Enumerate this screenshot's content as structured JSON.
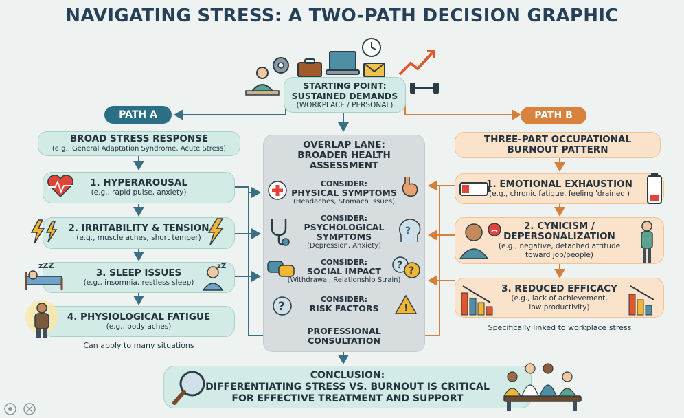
{
  "title": "NAVIGATING STRESS: A TWO-PATH DECISION GRAPHIC",
  "start": {
    "line1": "STARTING POINT:",
    "line2": "SUSTAINED DEMANDS",
    "line3": "(WORKPLACE / PERSONAL)"
  },
  "path_a": {
    "label": "PATH A",
    "color": "#2a6f86",
    "header": {
      "title": "BROAD STRESS RESPONSE",
      "subtitle": "(e.g., General Adaptation Syndrome, Acute Stress)"
    },
    "items": [
      {
        "title": "1. HYPERAROUSAL",
        "detail": "(e.g., rapid pulse, anxiety)"
      },
      {
        "title": "2. IRRITABILITY & TENSION",
        "detail": "(e.g., muscle aches, short temper)"
      },
      {
        "title": "3. SLEEP ISSUES",
        "detail": "(e.g., insomnia, restless sleep)"
      },
      {
        "title": "4. PHYSIOLOGICAL FATIGUE",
        "detail": "(e.g., body aches)"
      }
    ],
    "note": "Can apply to many situations"
  },
  "path_b": {
    "label": "PATH B",
    "color": "#d9823e",
    "header": {
      "line1": "THREE-PART OCCUPATIONAL",
      "line2": "BURNOUT PATTERN"
    },
    "items": [
      {
        "title": "1. EMOTIONAL EXHAUSTION",
        "detail": "(e.g., chronic fatigue, feeling 'drained')"
      },
      {
        "title": "2. CYNICISM /",
        "title2": "DEPERSONALIZATION",
        "detail": "(e.g., negative, detached attitude",
        "detail2": "toward job/people)"
      },
      {
        "title": "3. REDUCED EFFICACY",
        "detail": "(e.g., lack of achievement,",
        "detail2": "low productivity)"
      }
    ],
    "note": "Specifically linked to workplace stress"
  },
  "overlap": {
    "title1": "OVERLAP LANE:",
    "title2": "BROADER HEALTH",
    "title3": "ASSESSMENT",
    "items": [
      {
        "consider": "CONSIDER:",
        "label": "PHYSICAL SYMPTOMS",
        "detail": "(Headaches, Stomach Issues)"
      },
      {
        "consider": "CONSIDER:",
        "label": "PSYCHOLOGICAL",
        "label2": "SYMPTOMS",
        "detail": "(Depression, Anxiety)"
      },
      {
        "consider": "CONSIDER:",
        "label": "SOCIAL IMPACT",
        "detail": "(Withdrawal, Relationship Strain)"
      },
      {
        "consider": "CONSIDER:",
        "label": "RISK FACTORS"
      }
    ],
    "consult1": "PROFESSIONAL",
    "consult2": "CONSULTATION"
  },
  "conclusion": {
    "line1": "CONCLUSION:",
    "line2": "DIFFERENTIATING STRESS VS. BURNOUT IS CRITICAL",
    "line3": "FOR EFFECTIVE TREATMENT AND SUPPORT"
  },
  "icons": [
    "gear-icon",
    "briefcase-icon",
    "laptop-icon",
    "envelope-icon",
    "clock-icon",
    "chart-arrow-icon",
    "dumbbell-icon",
    "heart-pulse-icon",
    "lightning-icon",
    "bed-icon",
    "fatigue-person-icon",
    "low-battery-icon",
    "frustrated-person-icon",
    "bar-chart-down-icon",
    "first-aid-icon",
    "stomach-icon",
    "stethoscope-icon",
    "brain-head-icon",
    "speech-bubbles-icon",
    "question-icon",
    "warning-icon",
    "magnifier-icon",
    "team-meeting-icon"
  ]
}
